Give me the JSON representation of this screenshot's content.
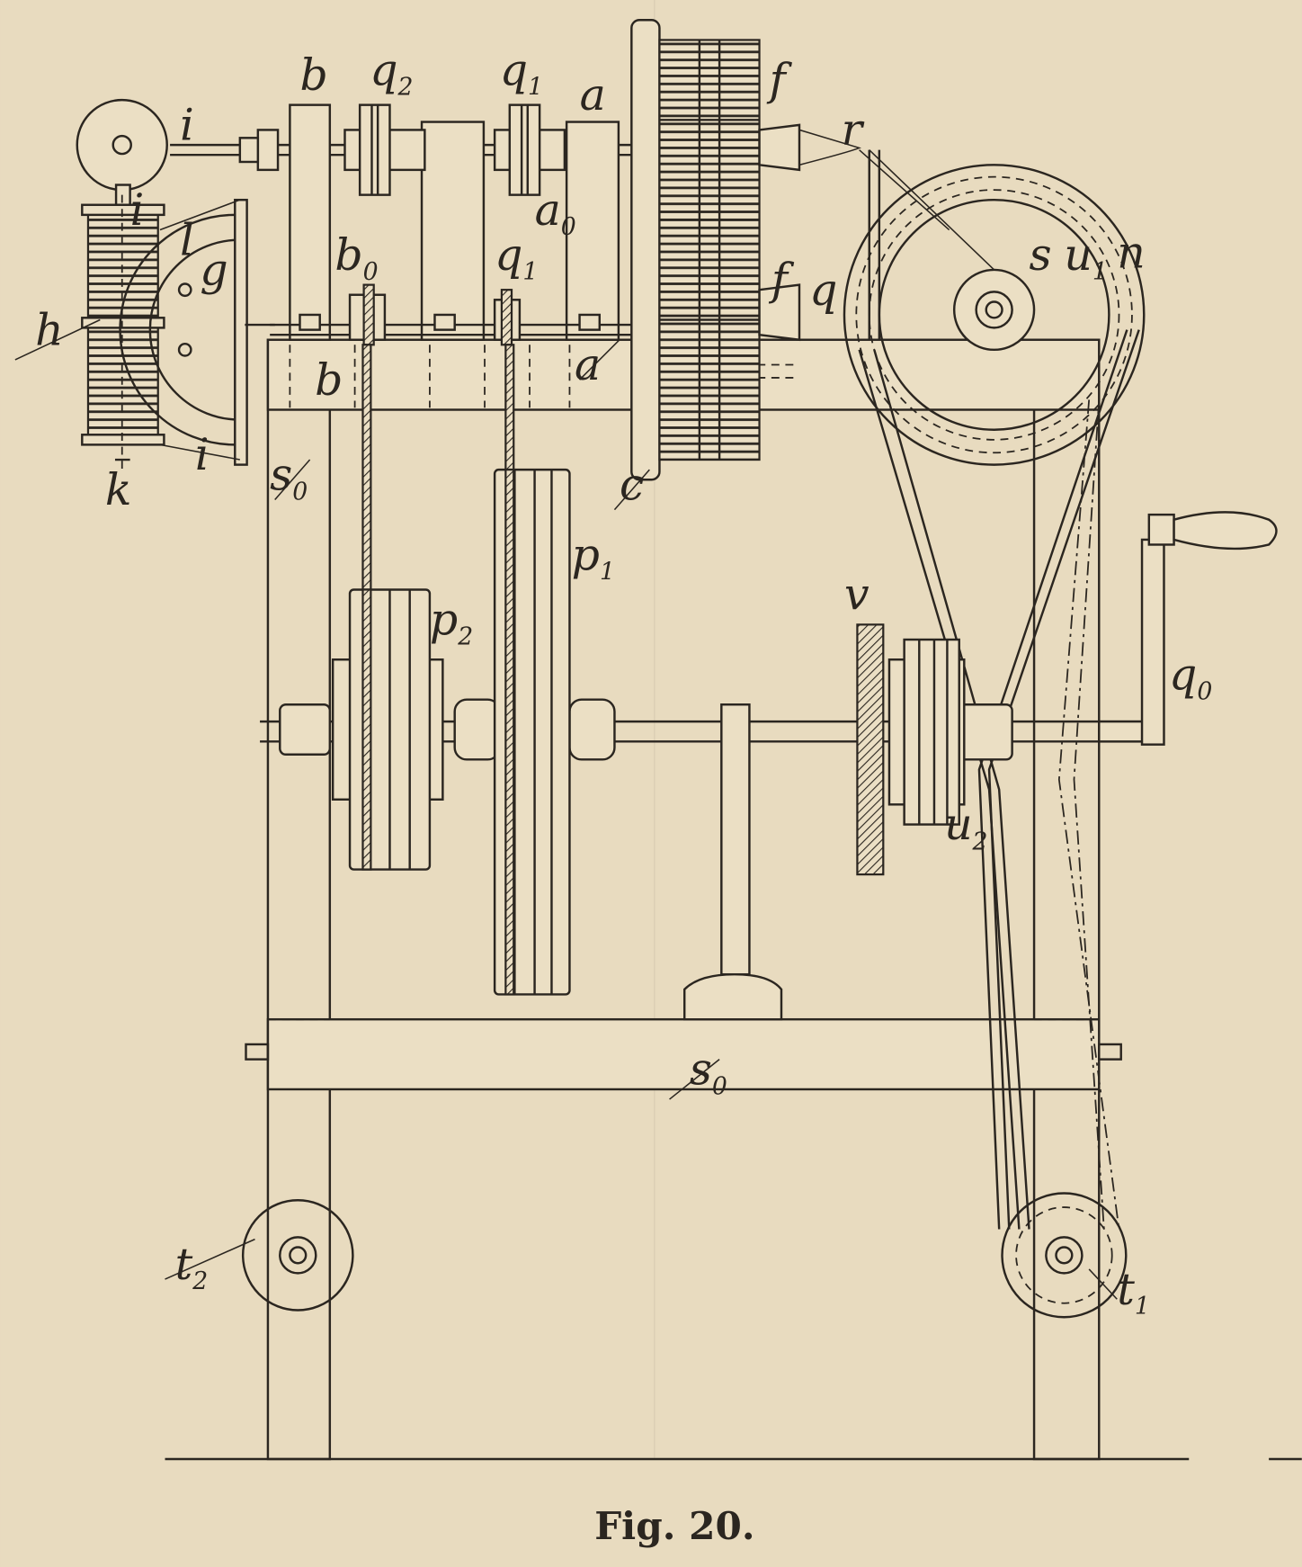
{
  "figure": {
    "caption": "Fig. 20.",
    "labels": {
      "i_top": {
        "t": "i",
        "s": ""
      },
      "b_top": {
        "t": "b",
        "s": ""
      },
      "q2": {
        "t": "q",
        "s": "2"
      },
      "q1_top": {
        "t": "q",
        "s": "1"
      },
      "a_top": {
        "t": "a",
        "s": ""
      },
      "f_top": {
        "t": "f",
        "s": ""
      },
      "r": {
        "t": "r",
        "s": ""
      },
      "i_mid": {
        "t": "i",
        "s": ""
      },
      "a0": {
        "t": "a",
        "s": "0"
      },
      "b0": {
        "t": "b",
        "s": "0"
      },
      "q1_mid": {
        "t": "q",
        "s": "1"
      },
      "f_low": {
        "t": "f",
        "s": ""
      },
      "q": {
        "t": "q",
        "s": ""
      },
      "s": {
        "t": "s",
        "s": ""
      },
      "u1": {
        "t": "u",
        "s": "1"
      },
      "n": {
        "t": "n",
        "s": ""
      },
      "h": {
        "t": "h",
        "s": ""
      },
      "l": {
        "t": "l",
        "s": ""
      },
      "g": {
        "t": "g",
        "s": ""
      },
      "a_low": {
        "t": "a",
        "s": ""
      },
      "b_low": {
        "t": "b",
        "s": ""
      },
      "k": {
        "t": "k",
        "s": ""
      },
      "i_low": {
        "t": "i",
        "s": ""
      },
      "s0_top": {
        "t": "s",
        "s": "0"
      },
      "c": {
        "t": "c",
        "s": ""
      },
      "p2": {
        "t": "p",
        "s": "2"
      },
      "p1": {
        "t": "p",
        "s": "1"
      },
      "v": {
        "t": "v",
        "s": ""
      },
      "q0": {
        "t": "q",
        "s": "0"
      },
      "u2": {
        "t": "u",
        "s": "2"
      },
      "s0_low": {
        "t": "s",
        "s": "0"
      },
      "t2": {
        "t": "t",
        "s": "2"
      },
      "t1": {
        "t": "t",
        "s": "1"
      }
    }
  }
}
